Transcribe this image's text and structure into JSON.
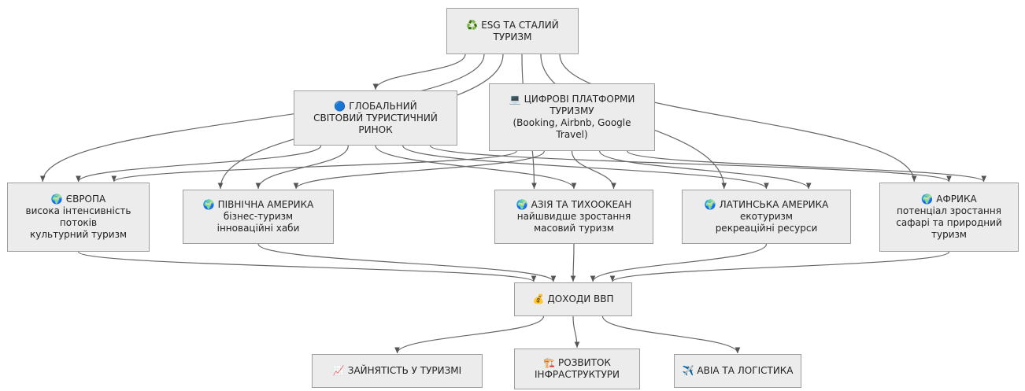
{
  "nodes": {
    "esg": {
      "icon": "♻️",
      "icon_name": "recycle-icon",
      "lines": [
        "ESG ТА СТАЛИЙ",
        "ТУРИЗМ"
      ]
    },
    "global": {
      "icon": "🔵",
      "icon_name": "blue-circle-icon",
      "lines": [
        "ГЛОБАЛЬНИЙ",
        "СВІТОВИЙ ТУРИСТИЧНИЙ",
        "РИНОК"
      ]
    },
    "digital": {
      "icon": "💻",
      "icon_name": "laptop-icon",
      "lines": [
        "ЦИФРОВІ ПЛАТФОРМИ",
        "ТУРИЗМУ",
        "(Booking, Airbnb, Google",
        "Travel)"
      ]
    },
    "europe": {
      "icon": "🌍",
      "icon_name": "globe-icon",
      "lines": [
        "ЄВРОПА",
        "висока інтенсивність",
        "потоків",
        "культурний туризм"
      ]
    },
    "namerica": {
      "icon": "🌍",
      "icon_name": "globe-icon",
      "lines": [
        "ПІВНІЧНА АМЕРИКА",
        "бізнес-туризм",
        "інноваційні хаби"
      ]
    },
    "asia": {
      "icon": "🌍",
      "icon_name": "globe-icon",
      "lines": [
        "АЗІЯ ТА ТИХООКЕАН",
        "найшвидше зростання",
        "масовий туризм"
      ]
    },
    "latam": {
      "icon": "🌍",
      "icon_name": "globe-icon",
      "lines": [
        "ЛАТИНСЬКА АМЕРИКА",
        "екотуризм",
        "рекреаційні ресурси"
      ]
    },
    "africa": {
      "icon": "🌍",
      "icon_name": "globe-icon",
      "lines": [
        "АФРИКА",
        "потенціал зростання",
        "сафарі та природний",
        "туризм"
      ]
    },
    "gdp": {
      "icon": "💰",
      "icon_name": "money-bag-icon",
      "lines": [
        "ДОХОДИ ВВП"
      ]
    },
    "employment": {
      "icon": "📈",
      "icon_name": "chart-icon",
      "lines": [
        "ЗАЙНЯТІСТЬ У ТУРИЗМІ"
      ]
    },
    "infra": {
      "icon": "🏗️",
      "icon_name": "construction-icon",
      "lines": [
        "РОЗВИТОК",
        "ІНФРАСТРУКТУРИ"
      ]
    },
    "aviation": {
      "icon": "✈️",
      "icon_name": "airplane-icon",
      "lines": [
        "АВІА ТА ЛОГІСТИКА"
      ]
    }
  },
  "edges": [
    [
      "esg",
      "global"
    ],
    [
      "esg",
      "europe"
    ],
    [
      "esg",
      "namerica"
    ],
    [
      "esg",
      "asia"
    ],
    [
      "esg",
      "latam"
    ],
    [
      "esg",
      "africa"
    ],
    [
      "global",
      "europe"
    ],
    [
      "global",
      "namerica"
    ],
    [
      "global",
      "asia"
    ],
    [
      "global",
      "latam"
    ],
    [
      "global",
      "africa"
    ],
    [
      "digital",
      "europe"
    ],
    [
      "digital",
      "namerica"
    ],
    [
      "digital",
      "asia"
    ],
    [
      "digital",
      "latam"
    ],
    [
      "digital",
      "africa"
    ],
    [
      "europe",
      "gdp"
    ],
    [
      "namerica",
      "gdp"
    ],
    [
      "asia",
      "gdp"
    ],
    [
      "latam",
      "gdp"
    ],
    [
      "africa",
      "gdp"
    ],
    [
      "gdp",
      "employment"
    ],
    [
      "gdp",
      "infra"
    ],
    [
      "gdp",
      "aviation"
    ]
  ],
  "colors": {
    "node_fill": "#ececec",
    "node_border": "#9e9e9e",
    "edge": "#666666"
  }
}
